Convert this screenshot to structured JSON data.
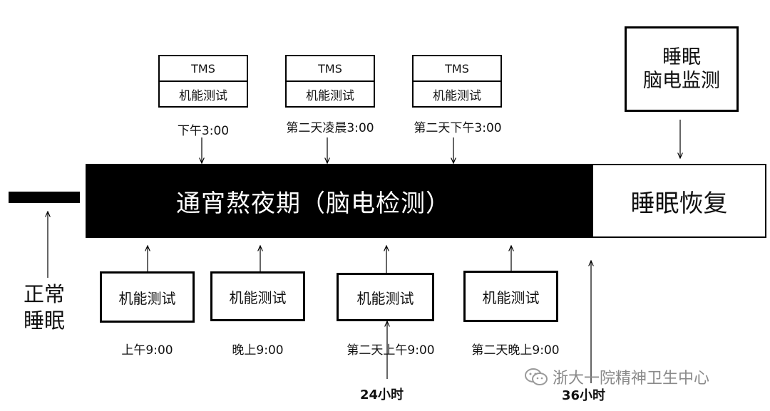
{
  "phases": {
    "sleep_deprivation": "通宵熬夜期（脑电检测）",
    "sleep_recovery": "睡眠恢复"
  },
  "normal_sleep": [
    "正常",
    "睡眠"
  ],
  "sleep_eeg_box": [
    "睡眠",
    "脑电监测"
  ],
  "tms_sessions": [
    {
      "top": "TMS",
      "bottom": "机能测试",
      "time": "下午3:00"
    },
    {
      "top": "TMS",
      "bottom": "机能测试",
      "time": "第二天凌晨3:00"
    },
    {
      "top": "TMS",
      "bottom": "机能测试",
      "time": "第二天下午3:00"
    }
  ],
  "function_tests": [
    {
      "label": "机能测试",
      "time": "上午9:00"
    },
    {
      "label": "机能测试",
      "time": "晚上9:00"
    },
    {
      "label": "机能测试",
      "time": "第二天上午9:00"
    },
    {
      "label": "机能测试",
      "time": "第二天晚上9:00"
    }
  ],
  "hour_marks": [
    "24小时",
    "36小时"
  ],
  "watermark": "浙大一院精神卫生中心",
  "colors": {
    "bar": "#000000",
    "background": "#ffffff",
    "watermark": "#8a8a8a"
  }
}
